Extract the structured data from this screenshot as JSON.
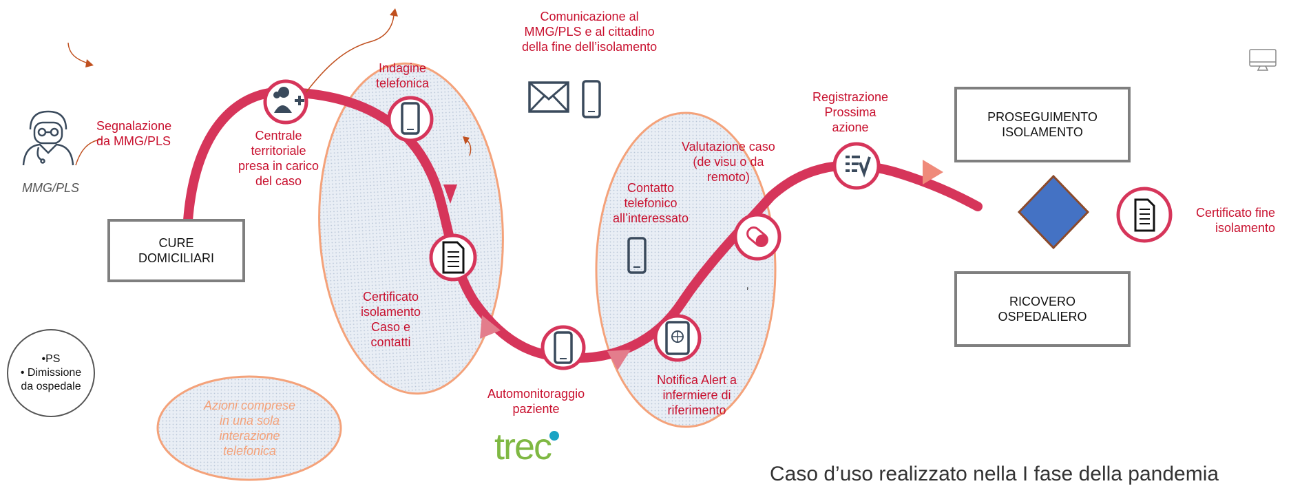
{
  "labels": {
    "segnalazione": [
      "Segnalazione",
      "da MMG/PLS"
    ],
    "mmg": "MMG/PLS",
    "centrale": [
      "Centrale",
      "territoriale",
      "presa in carico",
      "del caso"
    ],
    "indagine": [
      "Indagine",
      "telefonica"
    ],
    "comunicazione": [
      "Comunicazione al",
      "MMG/PLS e al cittadino",
      "della fine dell’isolamento"
    ],
    "certificato_isolamento": [
      "Certificato",
      "isolamento",
      "Caso e",
      "contatti"
    ],
    "automonitoraggio": [
      "Automonitoraggio",
      "paziente"
    ],
    "contatto": [
      "Contatto",
      "telefonico",
      "all’interessato"
    ],
    "valutazione": [
      "Valutazione caso",
      "(de visu o da",
      "remoto)"
    ],
    "notifica": [
      "Notifica Alert a",
      "infermiere di",
      "riferimento"
    ],
    "registrazione": [
      "Registrazione",
      "Prossima",
      "azione"
    ],
    "certificato_fine": [
      "Certificato fine",
      "isolamento"
    ],
    "azioni": [
      "Azioni comprese",
      "in una sola",
      "interazione",
      "telefonica"
    ]
  },
  "boxes": {
    "cure": [
      "CURE",
      "DOMICILIARI"
    ],
    "proseguimento": [
      "PROSEGUIMENTO",
      "ISOLAMENTO"
    ],
    "ricovero": [
      "RICOVERO",
      "OSPEDALIERO"
    ]
  },
  "ps_circle": [
    "•PS",
    "• Dimissione",
    "da ospedale"
  ],
  "small_mark": "ʼ",
  "logo_text": "trec",
  "caption": "Caso d’uso realizzato nella I fase della pandemia",
  "colors": {
    "path": "#d6355a",
    "label_red": "#c8102e",
    "ellipse_stroke": "#f4a27a",
    "ellipse_fill": "#dfe6f0",
    "arrow_orange": "#c0501f",
    "diamond_fill": "#4472c4",
    "diamond_stroke": "#8b4a2b",
    "icon_dark": "#3a4a5c",
    "box_border": "#7f7f7f"
  },
  "icons": [
    "doctor-icon",
    "users-plus-icon",
    "smartphone-icon",
    "document-icon",
    "envelope-icon",
    "pill-icon",
    "checklist-icon",
    "tablet-globe-icon",
    "monitor-icon"
  ]
}
